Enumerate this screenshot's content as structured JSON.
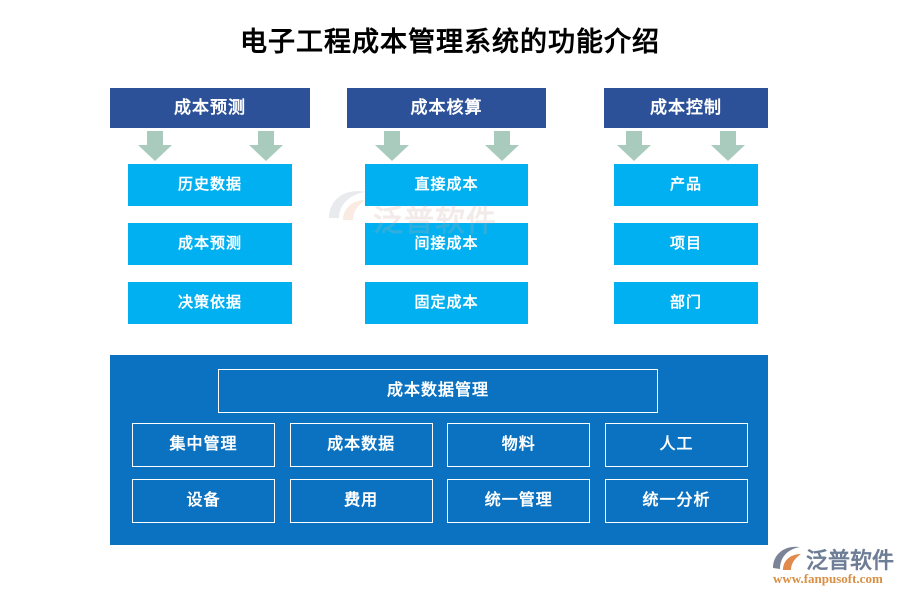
{
  "page": {
    "title": "电子工程成本管理系统的功能介绍",
    "background": "#ffffff"
  },
  "colors": {
    "header_blue": "#2d5199",
    "item_blue": "#00b0f0",
    "panel_blue": "#0a72c0",
    "arrow_green": "#a9cbbd",
    "title_text": "#000000",
    "box_text": "#ffffff",
    "brand_gray": "#6e7d96",
    "brand_orange": "#d98f43"
  },
  "columns": [
    {
      "id": "cost-forecast",
      "header": "成本预测",
      "arrows": 2,
      "items": [
        "历史数据",
        "成本预测",
        "决策依据"
      ]
    },
    {
      "id": "cost-accounting",
      "header": "成本核算",
      "arrows": 2,
      "items": [
        "直接成本",
        "间接成本",
        "固定成本"
      ]
    },
    {
      "id": "cost-control",
      "header": "成本控制",
      "arrows": 2,
      "items": [
        "产品",
        "项目",
        "部门"
      ]
    }
  ],
  "bottom_panel": {
    "header": "成本数据管理",
    "rows": [
      [
        "集中管理",
        "成本数据",
        "物料",
        "人工"
      ],
      [
        "设备",
        "费用",
        "统一管理",
        "统一分析"
      ]
    ]
  },
  "watermark": {
    "text": "泛普软件"
  },
  "brand": {
    "name": "泛普软件",
    "url": "www.fanpusoft.com"
  }
}
